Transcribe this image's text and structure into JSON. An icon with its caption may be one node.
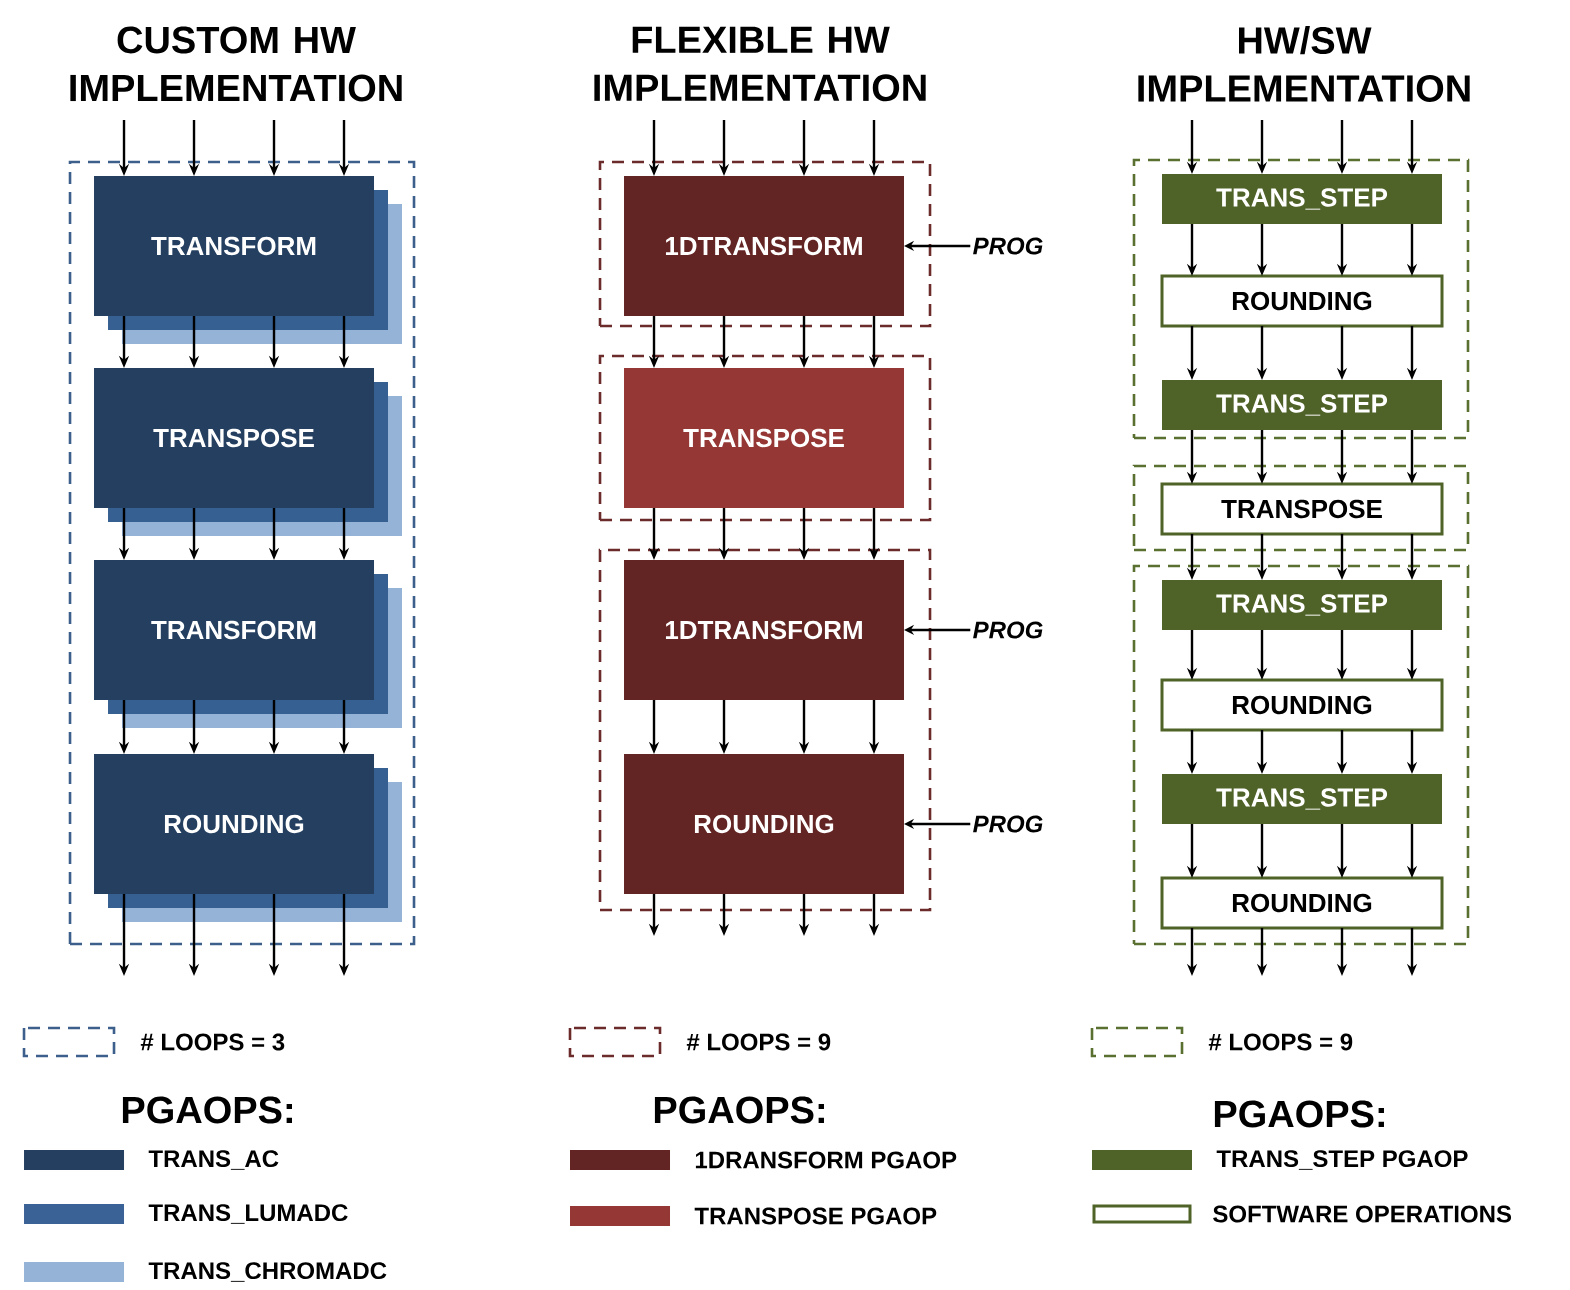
{
  "diagram": {
    "nodes": [
      {
        "text": [],
        "shape": "box"
      },
      {
        "text": [
          "TRANSFORM"
        ],
        "in": 0
      },
      {
        "text": [
          "TRANSPOSE"
        ],
        "in": 0
      },
      {
        "text": [
          "TRANSFORM"
        ],
        "in": 0
      },
      {
        "text": [
          "ROUNDING"
        ],
        "in": 0
      },
      {
        "text": [],
        "shape": "box"
      },
      {
        "text": [
          "1DTRANSFORM"
        ],
        "in": 5
      },
      {
        "text": [],
        "shape": "box"
      },
      {
        "text": [
          "TRANSPOSE"
        ],
        "in": 7
      },
      {
        "text": [],
        "shape": "box"
      },
      {
        "text": [
          "1DTRANSFORM"
        ],
        "in": 9
      },
      {
        "text": [
          "ROUNDING"
        ],
        "in": 9
      },
      {
        "text": [
          "PROG"
        ]
      },
      {
        "text": [
          "PROG"
        ]
      },
      {
        "text": [
          "PROG"
        ]
      },
      {
        "text": [],
        "shape": "box"
      },
      {
        "text": [
          "TRANS_STEP"
        ],
        "in": 15
      },
      {
        "text": [
          "ROUNDING"
        ],
        "in": 15
      },
      {
        "text": [
          "TRANS_STEP"
        ],
        "in": 15
      },
      {
        "text": [],
        "shape": "box"
      },
      {
        "text": [
          "TRANSPOSE"
        ],
        "in": 19
      },
      {
        "text": [],
        "shape": "box"
      },
      {
        "text": [
          "TRANS_STEP"
        ],
        "in": 21
      },
      {
        "text": [
          "ROUNDING"
        ],
        "in": 21
      },
      {
        "text": [
          "TRANS_STEP"
        ],
        "in": 21
      },
      {
        "text": [
          "ROUNDING"
        ],
        "in": 21
      }
    ],
    "edges": [
      {
        "from": null,
        "to": 1,
        "arrow": "to"
      },
      {
        "from": null,
        "to": 1,
        "arrow": "to"
      },
      {
        "from": null,
        "to": 1,
        "arrow": "to"
      },
      {
        "from": null,
        "to": 1,
        "arrow": "to"
      },
      {
        "from": 1,
        "to": 2,
        "arrow": "to"
      },
      {
        "from": 1,
        "to": 2,
        "arrow": "to"
      },
      {
        "from": 1,
        "to": 2,
        "arrow": "to"
      },
      {
        "from": 1,
        "to": 2,
        "arrow": "to"
      },
      {
        "from": 2,
        "to": 3,
        "arrow": "to"
      },
      {
        "from": 2,
        "to": 3,
        "arrow": "to"
      },
      {
        "from": 2,
        "to": 3,
        "arrow": "to"
      },
      {
        "from": 2,
        "to": 3,
        "arrow": "to"
      },
      {
        "from": 3,
        "to": 4,
        "arrow": "to"
      },
      {
        "from": 3,
        "to": 4,
        "arrow": "to"
      },
      {
        "from": 3,
        "to": 4,
        "arrow": "to"
      },
      {
        "from": 3,
        "to": 4,
        "arrow": "to"
      },
      {
        "from": 4,
        "to": null,
        "arrow": "to"
      },
      {
        "from": 4,
        "to": null,
        "arrow": "to"
      },
      {
        "from": 4,
        "to": null,
        "arrow": "to"
      },
      {
        "from": 4,
        "to": null,
        "arrow": "to"
      },
      {
        "from": null,
        "to": 6,
        "arrow": "to"
      },
      {
        "from": null,
        "to": 6,
        "arrow": "to"
      },
      {
        "from": null,
        "to": 6,
        "arrow": "to"
      },
      {
        "from": null,
        "to": 6,
        "arrow": "to"
      },
      {
        "from": 6,
        "to": 8,
        "arrow": "to"
      },
      {
        "from": 6,
        "to": 8,
        "arrow": "to"
      },
      {
        "from": 6,
        "to": 8,
        "arrow": "to"
      },
      {
        "from": 6,
        "to": 8,
        "arrow": "to"
      },
      {
        "from": 8,
        "to": 10,
        "arrow": "to"
      },
      {
        "from": 8,
        "to": 10,
        "arrow": "to"
      },
      {
        "from": 8,
        "to": 10,
        "arrow": "to"
      },
      {
        "from": 8,
        "to": 10,
        "arrow": "to"
      },
      {
        "from": 10,
        "to": 11,
        "arrow": "to"
      },
      {
        "from": 10,
        "to": 11,
        "arrow": "to"
      },
      {
        "from": 10,
        "to": 11,
        "arrow": "to"
      },
      {
        "from": 10,
        "to": 11,
        "arrow": "to"
      },
      {
        "from": 11,
        "to": null,
        "arrow": "to"
      },
      {
        "from": 11,
        "to": null,
        "arrow": "to"
      },
      {
        "from": 11,
        "to": null,
        "arrow": "to"
      },
      {
        "from": 11,
        "to": null,
        "arrow": "to"
      },
      {
        "from": 12,
        "to": 6,
        "arrow": "to"
      },
      {
        "from": 13,
        "to": 10,
        "arrow": "to"
      },
      {
        "from": 14,
        "to": 11,
        "arrow": "to"
      },
      {
        "from": null,
        "to": 16,
        "arrow": "to"
      },
      {
        "from": null,
        "to": 16,
        "arrow": "to"
      },
      {
        "from": null,
        "to": 16,
        "arrow": "to"
      },
      {
        "from": null,
        "to": 16,
        "arrow": "to"
      },
      {
        "from": 16,
        "to": 17,
        "arrow": "to"
      },
      {
        "from": 16,
        "to": 17,
        "arrow": "to"
      },
      {
        "from": 16,
        "to": 17,
        "arrow": "to"
      },
      {
        "from": 16,
        "to": 17,
        "arrow": "to"
      },
      {
        "from": 17,
        "to": 18,
        "arrow": "to"
      },
      {
        "from": 17,
        "to": 18,
        "arrow": "to"
      },
      {
        "from": 17,
        "to": 18,
        "arrow": "to"
      },
      {
        "from": 17,
        "to": 18,
        "arrow": "to"
      },
      {
        "from": 18,
        "to": 20,
        "arrow": "to"
      },
      {
        "from": 18,
        "to": 20,
        "arrow": "to"
      },
      {
        "from": 18,
        "to": 20,
        "arrow": "to"
      },
      {
        "from": 18,
        "to": 20,
        "arrow": "to"
      },
      {
        "from": 20,
        "to": 22,
        "arrow": "to"
      },
      {
        "from": 20,
        "to": 22,
        "arrow": "to"
      },
      {
        "from": 20,
        "to": 22,
        "arrow": "to"
      },
      {
        "from": 20,
        "to": 22,
        "arrow": "to"
      },
      {
        "from": 22,
        "to": 23,
        "arrow": "to"
      },
      {
        "from": 22,
        "to": 23,
        "arrow": "to"
      },
      {
        "from": 22,
        "to": 23,
        "arrow": "to"
      },
      {
        "from": 22,
        "to": 23,
        "arrow": "to"
      },
      {
        "from": 23,
        "to": 24,
        "arrow": "to"
      },
      {
        "from": 23,
        "to": 24,
        "arrow": "to"
      },
      {
        "from": 23,
        "to": 24,
        "arrow": "to"
      },
      {
        "from": 23,
        "to": 24,
        "arrow": "to"
      },
      {
        "from": 24,
        "to": 25,
        "arrow": "to"
      },
      {
        "from": 24,
        "to": 25,
        "arrow": "to"
      },
      {
        "from": 24,
        "to": 25,
        "arrow": "to"
      },
      {
        "from": 24,
        "to": 25,
        "arrow": "to"
      },
      {
        "from": 25,
        "to": null,
        "arrow": "to"
      },
      {
        "from": 25,
        "to": null,
        "arrow": "to"
      },
      {
        "from": 25,
        "to": null,
        "arrow": "to"
      },
      {
        "from": 25,
        "to": null,
        "arrow": "to"
      }
    ],
    "labels": [
      "CUSTOM HW IMPLEMENTATION",
      "FLEXIBLE HW IMPLEMENTATION",
      "HW/SW IMPLEMENTATION",
      "PGAOPS:",
      "PGAOPS:",
      "PGAOPS:"
    ],
    "legend": [
      {
        "text": "# LOOPS = 3"
      },
      {
        "text": "TRANS_AC",
        "color": "#243f60"
      },
      {
        "text": "TRANS_LUMADC",
        "color": "#3b6296"
      },
      {
        "text": "TRANS_CHROMADC",
        "color": "#95b3d7"
      },
      {
        "text": "# LOOPS = 9"
      },
      {
        "text": "1DRANSFORM PGAOP",
        "color": "#632523"
      },
      {
        "text": "TRANSPOSE PGAOP",
        "color": "#953735"
      },
      {
        "text": "# LOOPS = 9"
      },
      {
        "text": "TRANS_STEP PGAOP",
        "color": "#4f6228"
      },
      {
        "text": "SOFTWARE OPERATIONS"
      }
    ]
  }
}
